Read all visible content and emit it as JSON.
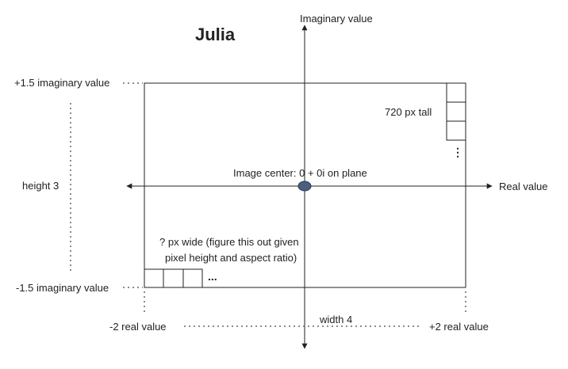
{
  "title": "Julia",
  "axes": {
    "imaginary_label": "Imaginary value",
    "real_label": "Real value"
  },
  "bounds": {
    "top": "+1.5 imaginary value",
    "bottom": "-1.5 imaginary value",
    "left": "-2 real value",
    "right": "+2 real value"
  },
  "dimensions": {
    "height": "height 3",
    "width": "width 4"
  },
  "pixels": {
    "tall": "720 px tall",
    "wide_line1": "? px wide (figure this out given",
    "wide_line2": "pixel height and aspect ratio)",
    "ellipsis_vertical": "⋮",
    "ellipsis_horizontal": "..."
  },
  "center_label": "Image center: 0 + 0i on plane",
  "colors": {
    "line": "#222222",
    "center_fill": "#4a5e7e",
    "center_stroke": "#2b3a55",
    "dotted": "#666666"
  }
}
